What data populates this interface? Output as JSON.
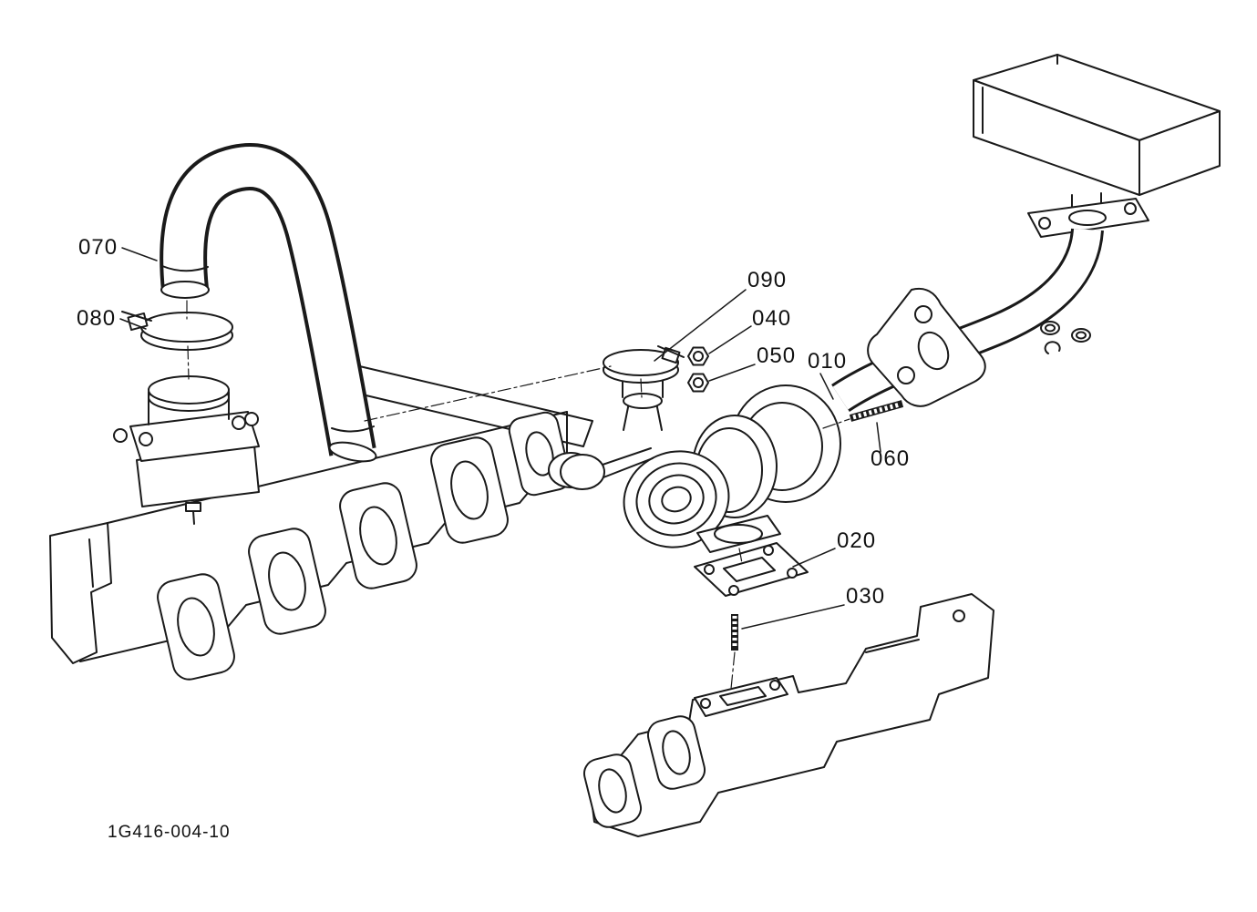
{
  "colors": {
    "line": "#1a1a1a",
    "background": "#ffffff"
  },
  "diagram": {
    "drawing_number": "1G416-004-10",
    "labels": [
      {
        "part": "070"
      },
      {
        "part": "080"
      },
      {
        "part": "090"
      },
      {
        "part": "040"
      },
      {
        "part": "050"
      },
      {
        "part": "010"
      },
      {
        "part": "060"
      },
      {
        "part": "020"
      },
      {
        "part": "030"
      }
    ]
  }
}
